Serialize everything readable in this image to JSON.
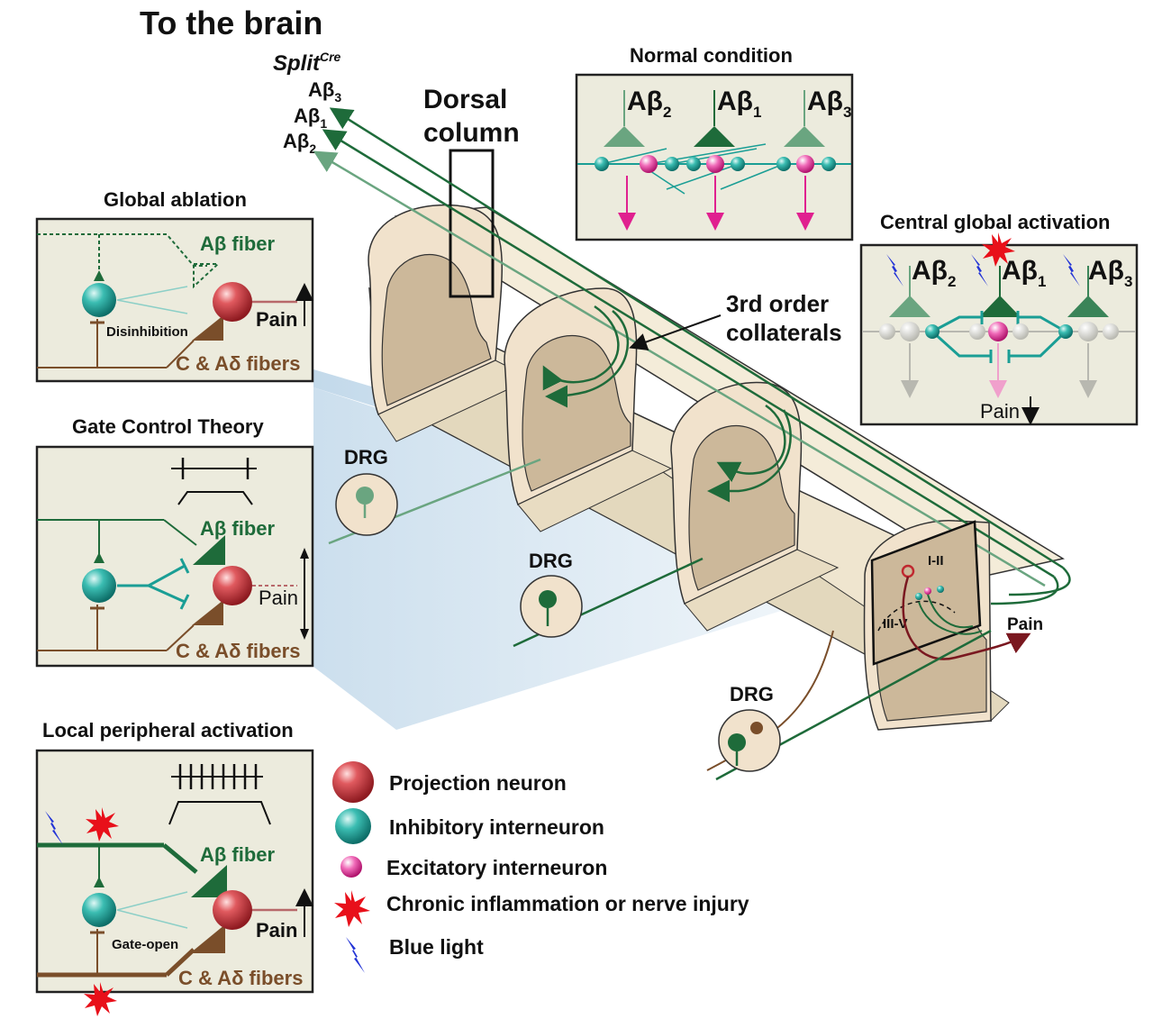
{
  "title": "To the brain",
  "split_cre": {
    "main": "Split",
    "sup": "Cre"
  },
  "fiber_labels": [
    {
      "base": "Aβ",
      "sub": "3"
    },
    {
      "base": "Aβ",
      "sub": "1"
    },
    {
      "base": "Aβ",
      "sub": "2"
    }
  ],
  "dorsal_column": [
    "Dorsal",
    "column"
  ],
  "third_order": [
    "3rd order",
    "collaterals"
  ],
  "drg_label": "DRG",
  "cord_pain_label": "Pain",
  "laminae": {
    "upper": "I-II",
    "lower": "III-V"
  },
  "panels": {
    "global_ablation": {
      "title": "Global ablation",
      "ab_fiber": "Aβ fiber",
      "pain": "Pain",
      "note": "Disinhibition",
      "c_fibers": "C & Aδ fibers"
    },
    "gate_control": {
      "title": "Gate Control Theory",
      "ab_fiber": "Aβ fiber",
      "pain": "Pain",
      "c_fibers": "C & Aδ fibers"
    },
    "local_peripheral": {
      "title": "Local peripheral activation",
      "ab_fiber": "Aβ fiber",
      "pain": "Pain",
      "note": "Gate-open",
      "c_fibers": "C & Aδ fibers"
    },
    "normal": {
      "title": "Normal condition",
      "fibers": [
        {
          "base": "Aβ",
          "sub": "2"
        },
        {
          "base": "Aβ",
          "sub": "1"
        },
        {
          "base": "Aβ",
          "sub": "3"
        }
      ]
    },
    "central_global": {
      "title": "Central global activation",
      "fibers": [
        {
          "base": "Aβ",
          "sub": "2"
        },
        {
          "base": "Aβ",
          "sub": "1"
        },
        {
          "base": "Aβ",
          "sub": "3"
        }
      ],
      "pain": "Pain"
    }
  },
  "legend": [
    {
      "icon": "projection-neuron-icon",
      "label": "Projection neuron"
    },
    {
      "icon": "inhibitory-interneuron-icon",
      "label": "Inhibitory interneuron"
    },
    {
      "icon": "excitatory-interneuron-icon",
      "label": "Excitatory interneuron"
    },
    {
      "icon": "inflammation-star-icon",
      "label": "Chronic inflammation or nerve injury"
    },
    {
      "icon": "blue-light-icon",
      "label": "Blue light"
    }
  ],
  "colors": {
    "panel_bg": "#ecebdd",
    "cord_tissue": "#f1e2cc",
    "gray_matter": "#ccb89a",
    "ab_fiber_green": "#1e6b3a",
    "light_green": "#6aa580",
    "teal": "#1a9e95",
    "projection_red": "#c0282f",
    "excitatory_pink": "#e0208f",
    "c_fiber_brown": "#7a4e2a",
    "blue_light": "#2334d6",
    "inflammation_red": "#e8101a",
    "light_beam": "#cfe0ec"
  }
}
